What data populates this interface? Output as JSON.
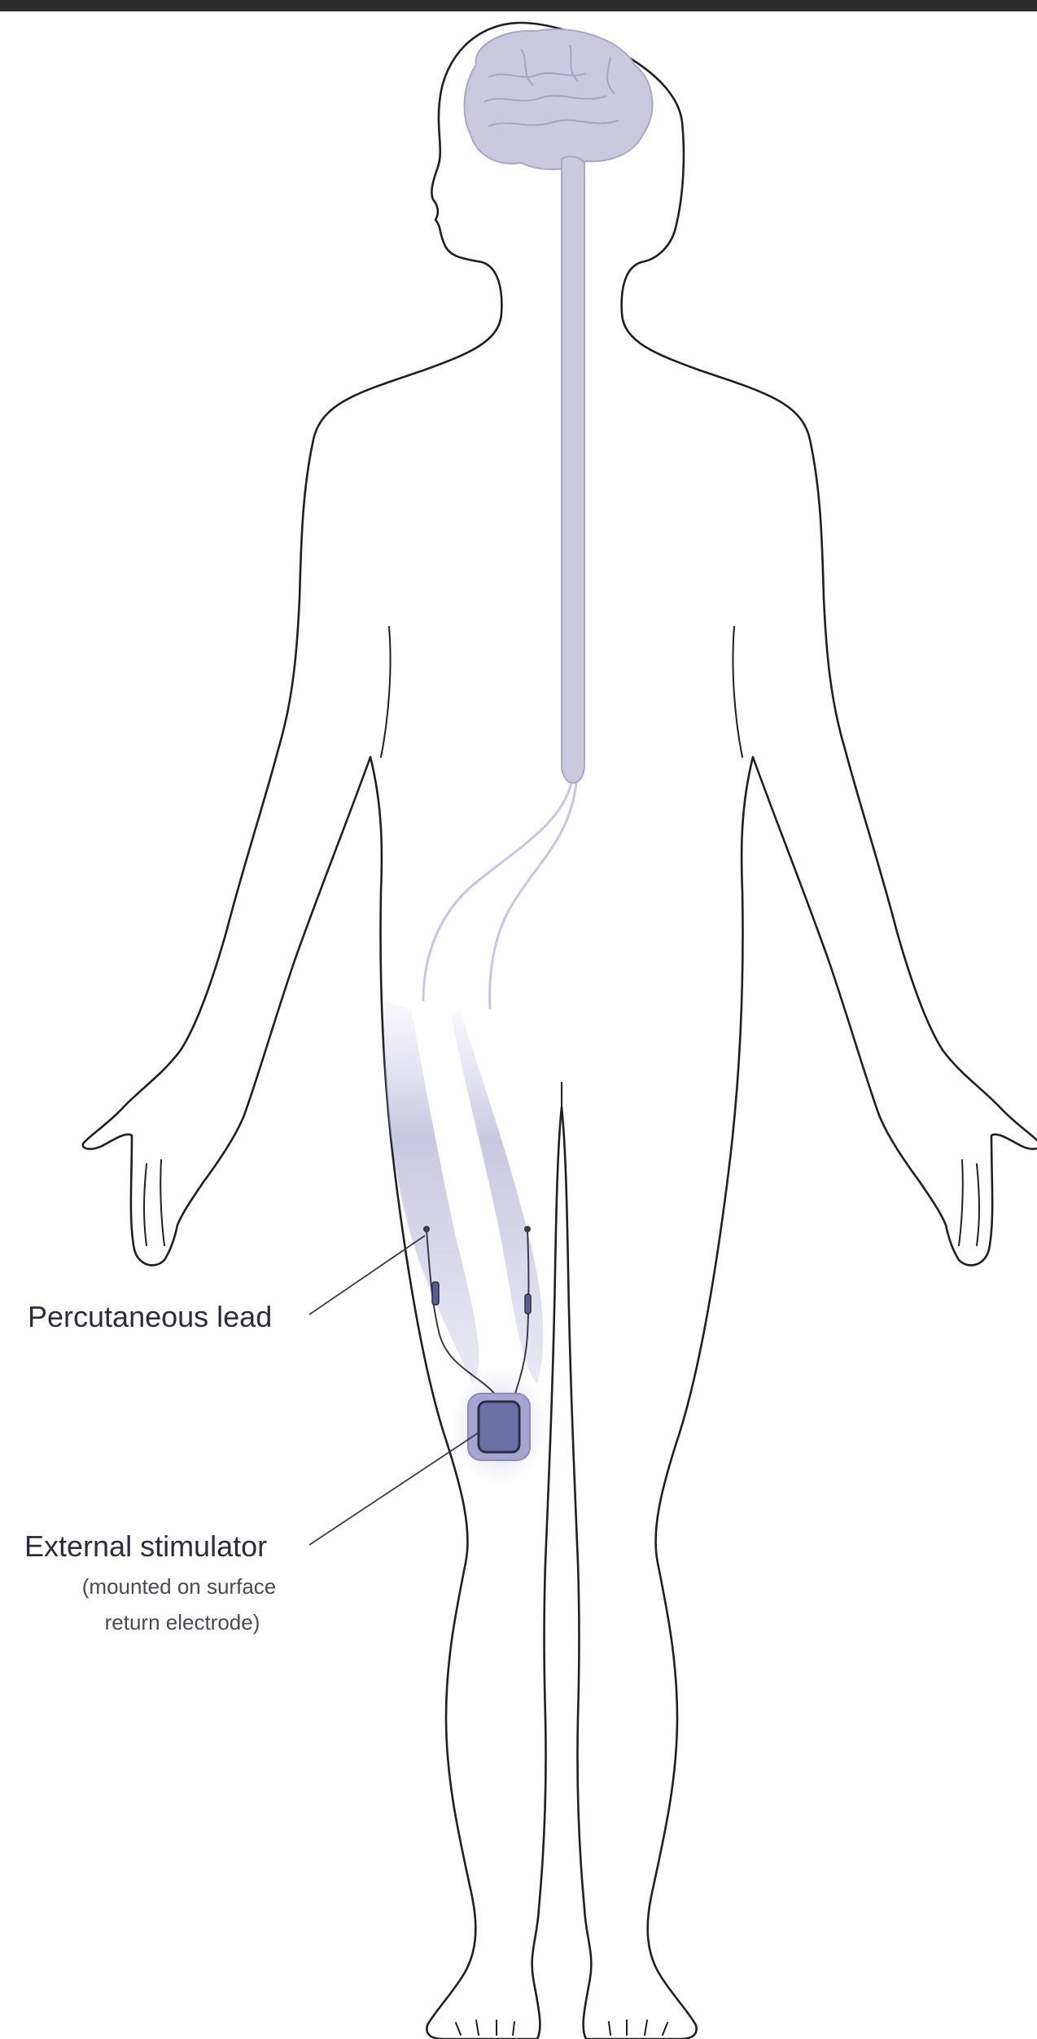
{
  "labels": {
    "lead": "Percutaneous lead",
    "stimulator": "External stimulator",
    "stimulator_note_line1": "(mounted on surface",
    "stimulator_note_line2": "return electrode)"
  },
  "colors": {
    "outline": "#1f1f24",
    "brain_spine": "#c9c7de",
    "nerve_glow": "#b7b5d6",
    "stimulator_fill": "#6c6fa3",
    "stimulator_border": "#2c2d45",
    "lead_line": "#3b3b4a"
  }
}
